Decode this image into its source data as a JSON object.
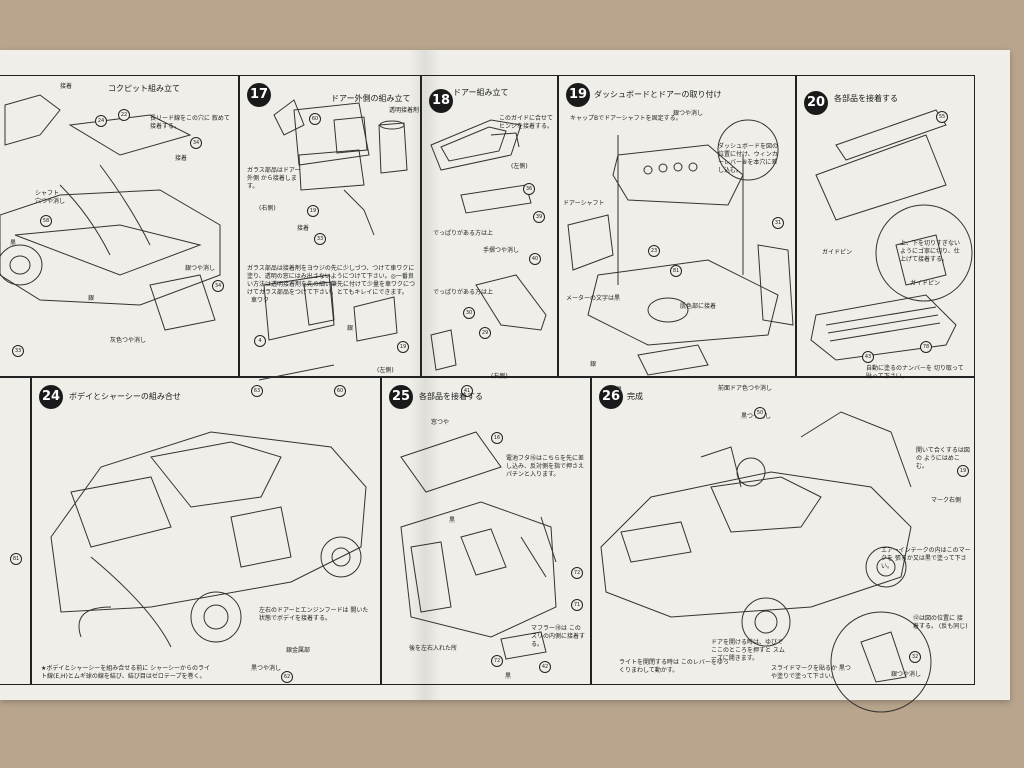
{
  "steps": {
    "cockpit": {
      "title": "コクピット組み立て",
      "notes": [
        "接着",
        "長リード線をこの穴に 叙めて接着する。",
        "シャフト 穴つや消し",
        "銀つや消し",
        "黒",
        "灰色つや消し",
        "銀",
        "接着"
      ],
      "parts": [
        "22",
        "34",
        "58",
        "24",
        "34",
        "33"
      ]
    },
    "s17": {
      "num": "17",
      "title": "ドアー外側の組み立て",
      "notes": [
        "ガラス部品はドアー外側 から接着します。",
        "(右側)",
        "接着",
        "透明接着剤",
        "ガラス部品は接着剤をヨウジの先に少しづつ、つけて車ワクに塗り、透明の窓にはみ出さないようにつけて下さい。◎一番良い方法は透明接着剤を先の細い筆先に付けて少量を車ワクにつけてガラス部品をつけて下さい。とてもキレイにできます。",
        "車ワク",
        "銀",
        "(左側)"
      ],
      "parts": [
        "60",
        "19",
        "33",
        "4",
        "19",
        "63",
        "60"
      ]
    },
    "s18": {
      "num": "18",
      "title": "ドアー組み立て",
      "notes": [
        "このガイドに合せて ヒンジを接着する。",
        "(左側)",
        "でっぱりがある方は上",
        "手摺つや消し",
        "でっぱりがある方は上",
        "(右側)"
      ],
      "parts": [
        "36",
        "39",
        "40",
        "30",
        "29",
        "41"
      ]
    },
    "s19": {
      "num": "19",
      "title": "ダッシュボードとドアーの取り付け",
      "notes": [
        "キャップBでドアーシャフトを固定する。",
        "ドアーシャフト",
        "銀つや消し",
        "ダッシュボードを図の位置に付け、ウィンカーレバー⑧を本穴に差し込む。",
        "メーターの文字は黒",
        "肌色部に接着",
        "銀",
        "黒",
        "前面ドア色つや消し"
      ],
      "parts": [
        "23",
        "31",
        "81"
      ]
    },
    "s20": {
      "num": "20",
      "title": "各部品を接着する",
      "notes": [
        "ガイドピン",
        "上、下を切りすぎないようにゴ寧に切り、仕上げて接着する。",
        "ガイドピン",
        "自動に塗るのナンバーを 切り取って貼って下さい。"
      ],
      "parts": [
        "55",
        "43",
        "78"
      ]
    },
    "s24": {
      "num": "24",
      "title": "ボデイとシャーシーの組み合せ",
      "notes": [
        "左右のドアーとエンジンフードは 開いた状態でボデイを接着する。",
        "銀金属部",
        "黒つや消し",
        "★ボデイとシャーシーを組み合せる前に シャーシーからのライト線(E,H)とムギ球の線を結び、結び目はゼロテープを巻く。"
      ],
      "parts": [
        "62"
      ]
    },
    "s25": {
      "num": "25",
      "title": "各部品を接着する",
      "notes": [
        "窓つや",
        "電池フタ⑯はこちらを先に差し込み、反対側を指で押さえパチンと入ります。",
        "黒",
        "後を左右入れた所",
        "マフラー⑱は このスリの内側に接着する。",
        "黒"
      ],
      "parts": [
        "16",
        "72",
        "71",
        "72",
        "42"
      ]
    },
    "s26": {
      "num": "26",
      "title": "完成",
      "notes": [
        "黒つや消し",
        "開いて合くするは図の ようにはめこむ。",
        "マーク右側",
        "エアーインテークの内はこのマークを 張るか又は黒で塗って下さい。",
        "ドアを開ける時は、ゆびで ここのところを押すと スムーズに開きます。",
        "ライトを開閉する時は このレバーをゆっくりまわして動かす。",
        "スライドマークを貼るか 黒つや塗りで塗って下さい。",
        "⑫は図の位置に 接着する。 (反も同じ)",
        "銀つや消し"
      ],
      "parts": [
        "50",
        "19",
        "32"
      ]
    },
    "left_partial": {
      "parts": [
        "81"
      ]
    }
  }
}
